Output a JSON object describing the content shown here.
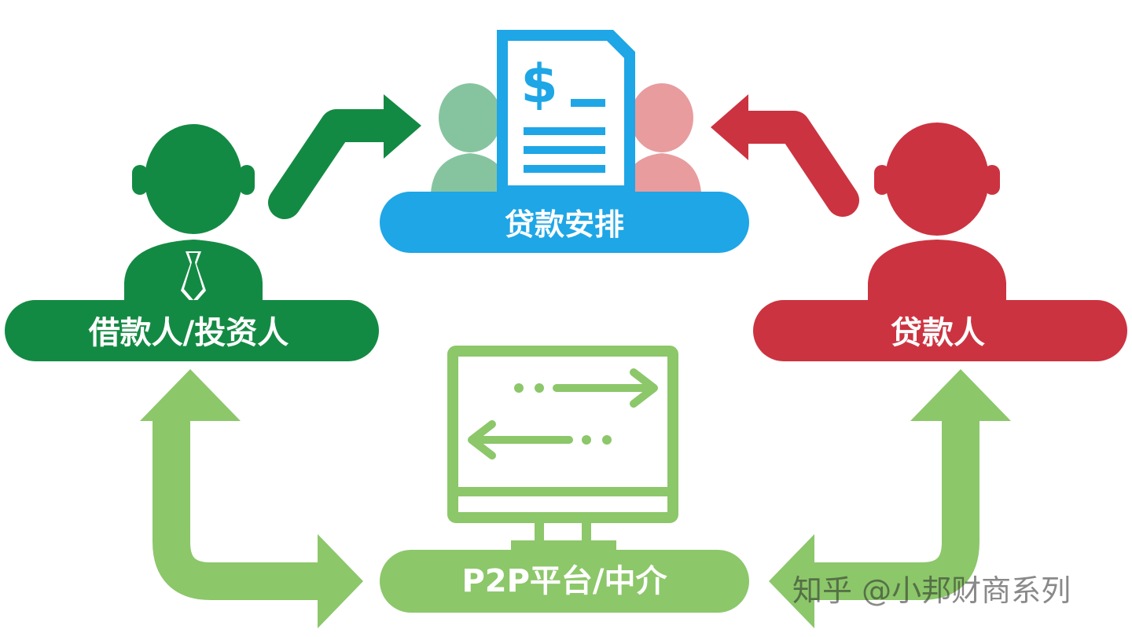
{
  "nodes": {
    "loan_arrangement": {
      "label": "贷款安排",
      "icon": "document-dollar-icon"
    },
    "borrower": {
      "label": "借款人/投资人",
      "icon": "person-green-icon"
    },
    "lender": {
      "label": "贷款人",
      "icon": "person-red-icon"
    },
    "platform": {
      "label": "P2P平台/中介",
      "icon": "monitor-exchange-icon"
    }
  },
  "watermark": "知乎 @小邦财商系列",
  "colors": {
    "green_dark": "#138a43",
    "green_light": "#8cc76a",
    "blue": "#1ea6e6",
    "red": "#cc3340",
    "green_faded": "#86c4a0",
    "red_faded": "#e89c9e"
  }
}
